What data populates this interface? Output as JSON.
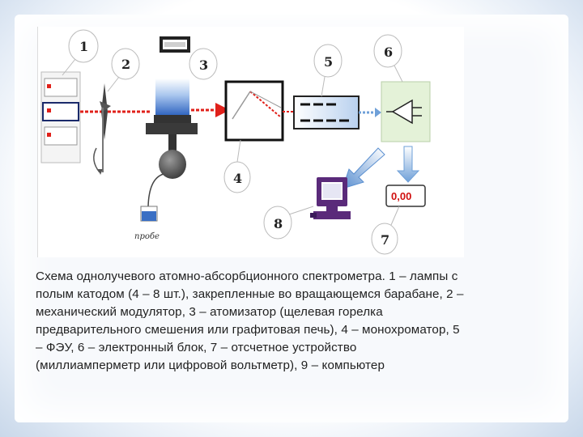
{
  "labels": {
    "n1": "1",
    "n2": "2",
    "n3": "3",
    "n4": "4",
    "n5": "5",
    "n6": "6",
    "n7": "7",
    "n8": "8",
    "probe": "пробе",
    "readout": "0,00"
  },
  "caption": {
    "lines": [
      "Схема однолучевого атомно-абсорбционного  спектрометра. 1 – лампы с",
      "полым катодом (4 – 8 шт.), закрепленные во вращающемся барабане, 2  –",
      "механический модулятор,  3 – атомизатор (щелевая горелка",
      "предварительного  смешения или  графитовая печь), 4  – монохроматор, 5",
      "– ФЭУ, 6  –  электронный блок, 7  –  отсчетное  устройство",
      "(миллиамперметр или цифровой вольтметр), 9  –  компьютер"
    ]
  },
  "colors": {
    "beam": "#e0201a",
    "arrow_blue": "#6fa0d8",
    "screen_purple": "#5a2a7a",
    "amp_green": "#e4f2d8",
    "atomizer_blue": "#3a6fc4"
  }
}
